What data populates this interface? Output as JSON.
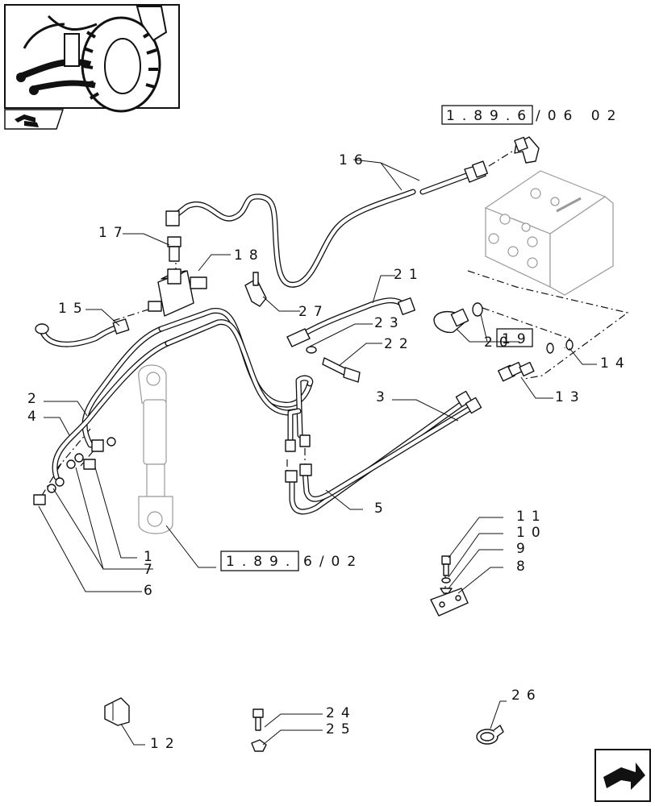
{
  "refs": {
    "top_right": {
      "boxed": "1.89.6",
      "rest": "/06 02"
    },
    "bottom": {
      "boxed": "1.89.",
      "rest": "6/02"
    }
  },
  "callouts": {
    "c1": "1",
    "c2": "2",
    "c3": "3",
    "c4": "4",
    "c5": "5",
    "c6": "6",
    "c7": "7",
    "c8": "8",
    "c9": "9",
    "c10": "10",
    "c11": "11",
    "c12": "12",
    "c13": "13",
    "c14": "14",
    "c15": "15",
    "c16": "16",
    "c17": "17",
    "c18": "18",
    "c20": "20",
    "c19": "19",
    "c21": "21",
    "c22": "22",
    "c23": "23",
    "c24": "24",
    "c25": "25",
    "c26": "26",
    "c27": "27"
  },
  "icons": {
    "thumbnail": "tractor-rear-hitch-thumbnail",
    "book": "catalog-book-icon",
    "nav": "next-page-arrow-icon"
  }
}
